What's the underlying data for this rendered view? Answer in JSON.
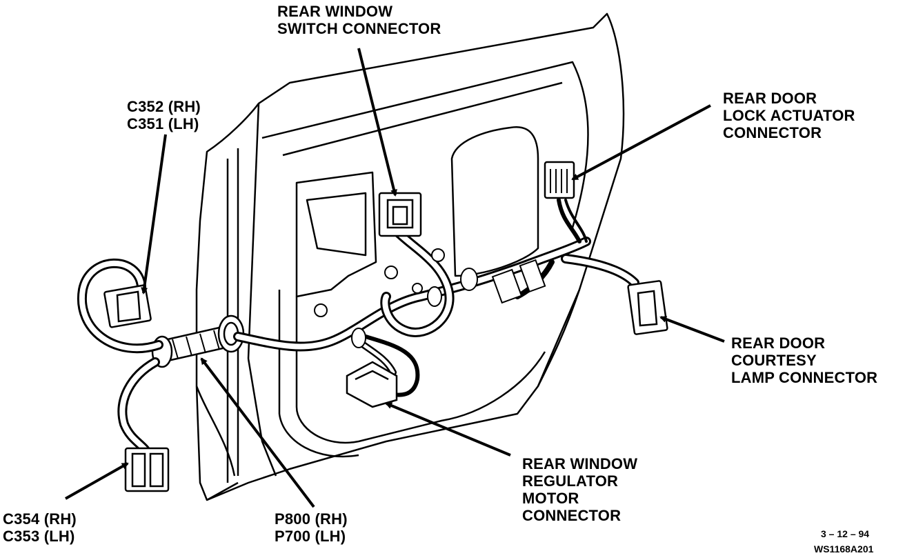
{
  "labels": {
    "rear_window_switch": [
      "REAR WINDOW",
      "SWITCH CONNECTOR"
    ],
    "c352": [
      "C352 (RH)",
      "C351 (LH)"
    ],
    "rear_door_lock": [
      "REAR DOOR",
      "LOCK ACTUATOR",
      "CONNECTOR"
    ],
    "rear_door_courtesy": [
      "REAR DOOR",
      "COURTESY",
      "LAMP CONNECTOR"
    ],
    "rear_window_regulator": [
      "REAR WINDOW",
      "REGULATOR",
      "MOTOR",
      "CONNECTOR"
    ],
    "c354": [
      "C354 (RH)",
      "C353 (LH)"
    ],
    "p800": [
      "P800 (RH)",
      "P700 (LH)"
    ]
  },
  "footer": {
    "date": "3 – 12 – 94",
    "code": "WS1168A201"
  }
}
